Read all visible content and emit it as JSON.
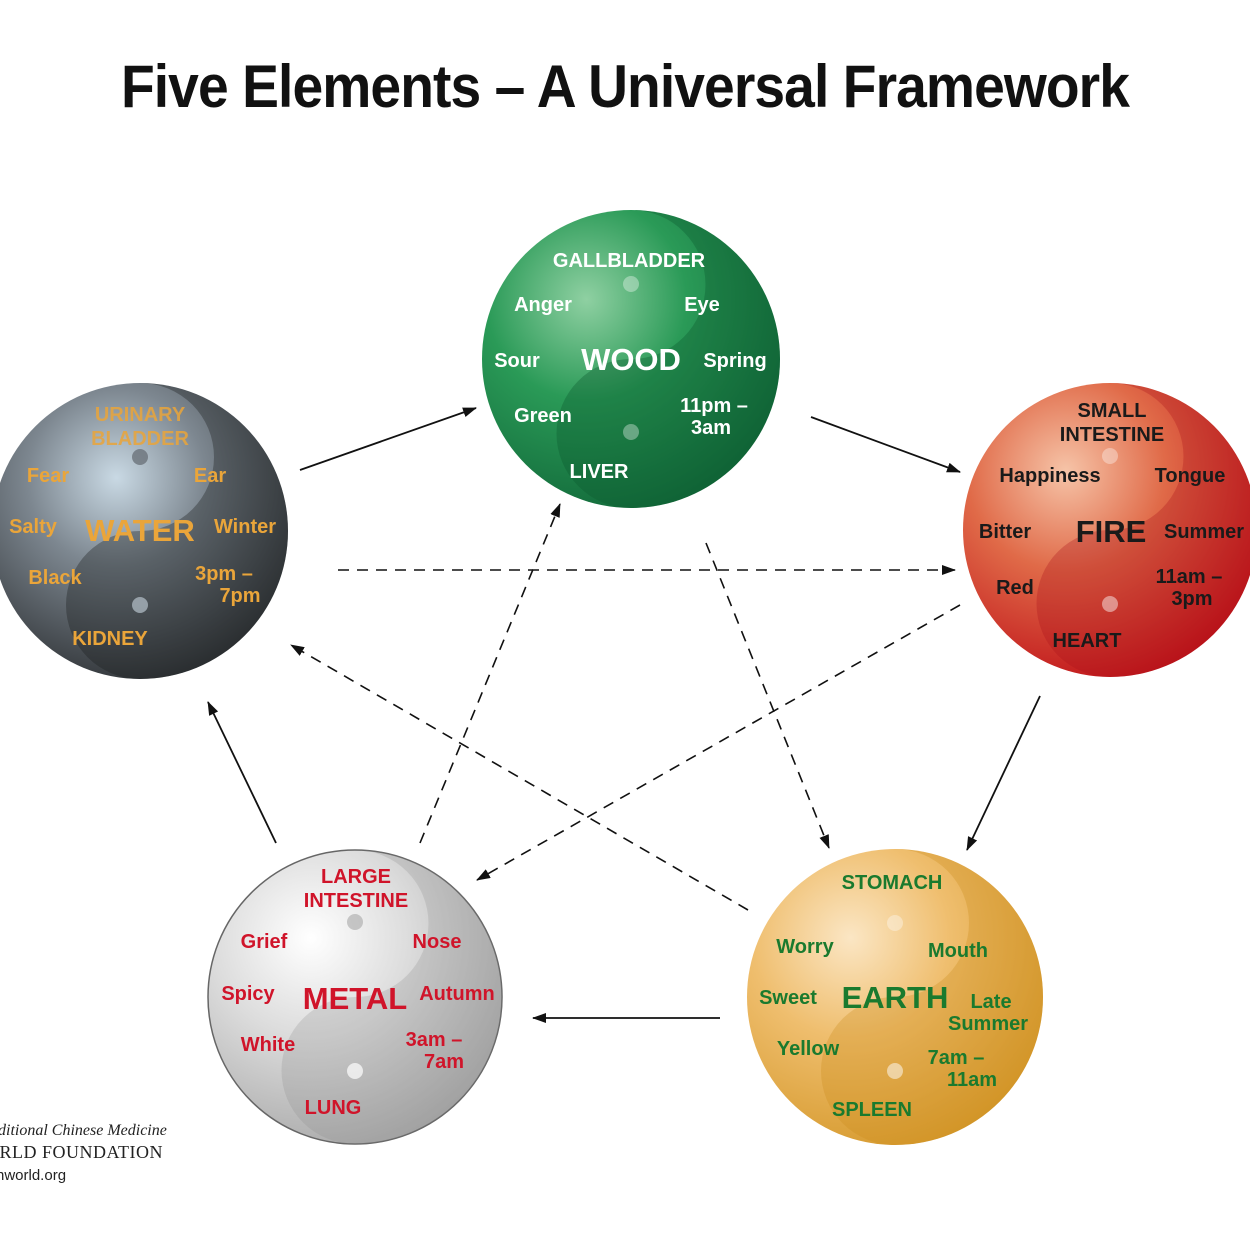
{
  "title": "Five Elements – A Universal Framework",
  "colors": {
    "wood": "#1f8a4a",
    "fire": "#d8352c",
    "earth": "#e3a640",
    "metal": "#c4c4c4",
    "water": "#4e5358",
    "wood_text": "#ffffff",
    "fire_text": "#1a1a1a",
    "earth_text": "#1a7a2e",
    "metal_text": "#d0142a",
    "water_text": "#eaa53a"
  },
  "elements": {
    "wood": {
      "name": "WOOD",
      "yang_organ": "GALLBLADDER",
      "yin_organ": "LIVER",
      "emotion": "Anger",
      "sense": "Eye",
      "taste": "Sour",
      "season": "Spring",
      "color": "Green",
      "time_1": "11pm –",
      "time_2": "3am"
    },
    "fire": {
      "name": "FIRE",
      "yang_organ_1": "SMALL",
      "yang_organ_2": "INTESTINE",
      "yin_organ": "HEART",
      "emotion": "Happiness",
      "sense": "Tongue",
      "taste": "Bitter",
      "season": "Summer",
      "color": "Red",
      "time_1": "11am –",
      "time_2": "3pm"
    },
    "earth": {
      "name": "EARTH",
      "yang_organ": "STOMACH",
      "yin_organ": "SPLEEN",
      "emotion": "Worry",
      "sense": "Mouth",
      "taste": "Sweet",
      "season_1": "Late",
      "season_2": "Summer",
      "color": "Yellow",
      "time_1": "7am –",
      "time_2": "11am"
    },
    "metal": {
      "name": "METAL",
      "yang_organ_1": "LARGE",
      "yang_organ_2": "INTESTINE",
      "yin_organ": "LUNG",
      "emotion": "Grief",
      "sense": "Nose",
      "taste": "Spicy",
      "season": "Autumn",
      "color": "White",
      "time_1": "3am –",
      "time_2": "7am"
    },
    "water": {
      "name": "WATER",
      "yang_organ_1": "URINARY",
      "yang_organ_2": "BLADDER",
      "yin_organ": "KIDNEY",
      "emotion": "Fear",
      "sense": "Ear",
      "taste": "Salty",
      "season": "Winter",
      "color": "Black",
      "time_1": "3pm –",
      "time_2": "7pm"
    }
  },
  "footer": {
    "line1": "aditional Chinese Medicine",
    "line2": "ORLD FOUNDATION",
    "line3": "nworld.org"
  }
}
